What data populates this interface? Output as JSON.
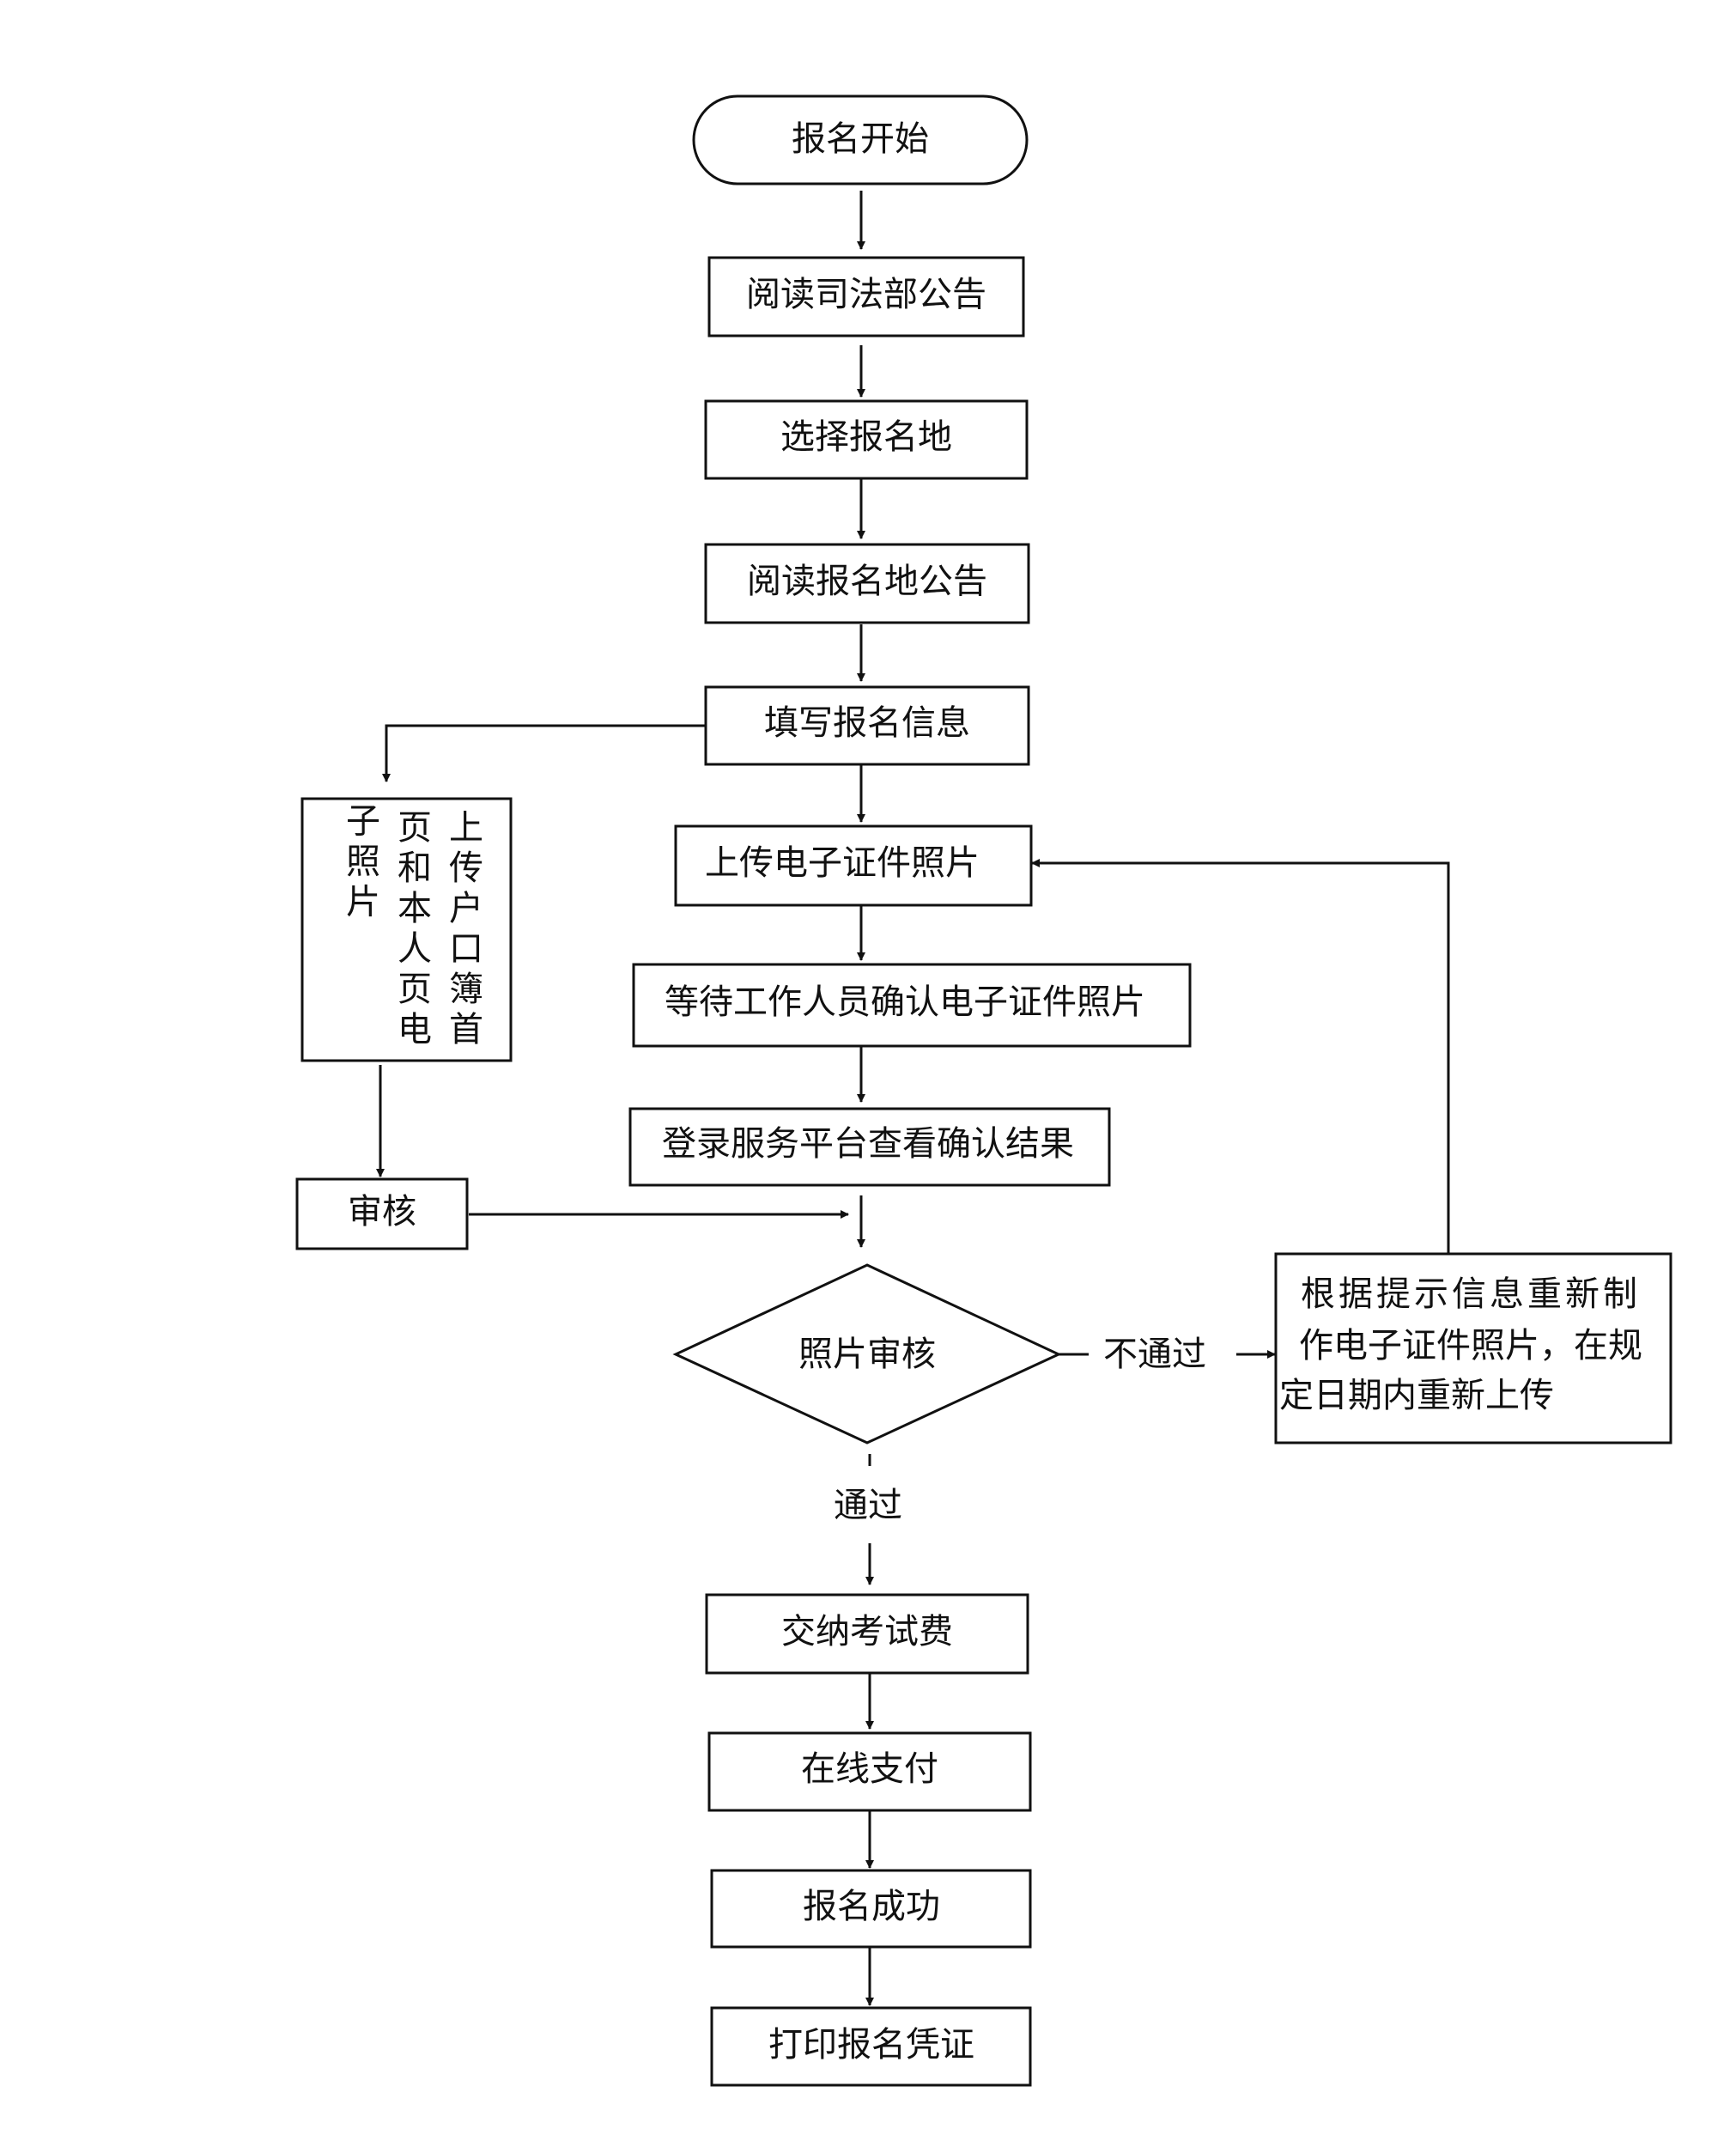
{
  "nodes": {
    "start": "报名开始",
    "read_ministry_notice": "阅读司法部公告",
    "choose_location": "选择报名地",
    "read_location_notice": "阅读报名地公告",
    "fill_info": "填写报名信息",
    "upload_household_photo": {
      "col1": "上传户口簿首",
      "col2": "页和本人页电",
      "col3": "子照片"
    },
    "review": "审核",
    "upload_id_photo": "上传电子证件照片",
    "wait_confirm": "等待工作人员确认电子证件照片",
    "login_check": "登录服务平台查看确认结果",
    "photo_review": "照片审核",
    "remake_photo": {
      "line1": "根据提示信息重新制",
      "line2": "作电子证件照片，在规",
      "line3": "定日期内重新上传"
    },
    "pay_fee": "交纳考试费",
    "online_pay": "在线支付",
    "success": "报名成功",
    "print": "打印报名凭证"
  },
  "edge_labels": {
    "fail": "不通过",
    "pass": "通过"
  },
  "colors": {
    "stroke": "#111111",
    "background": "#ffffff"
  }
}
